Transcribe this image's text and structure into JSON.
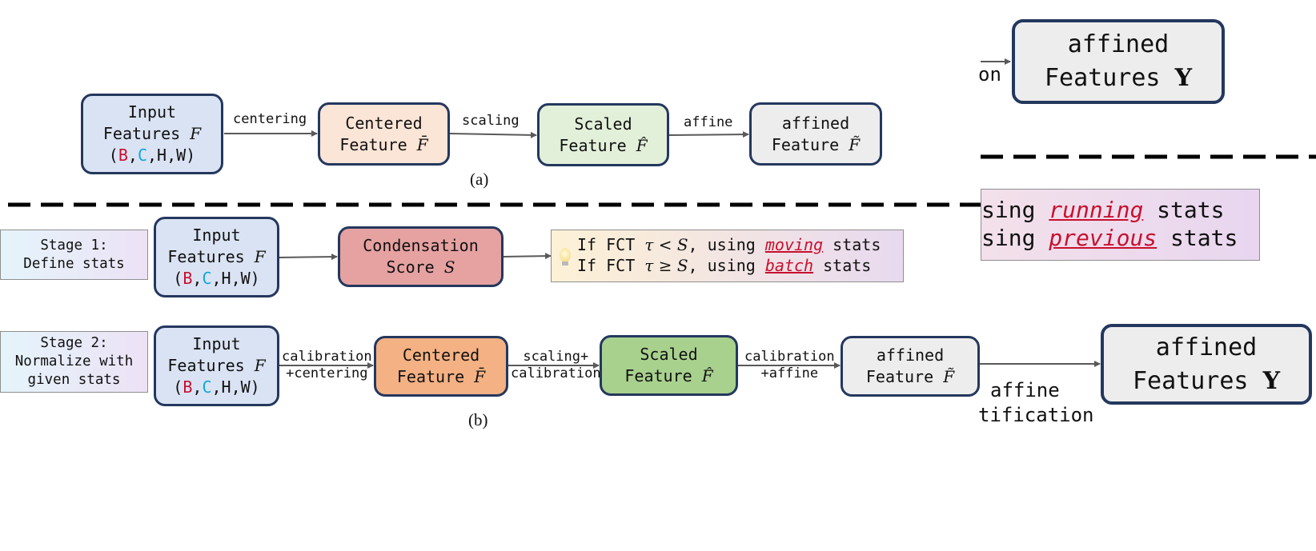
{
  "top_right": {
    "arrow_label_fragment": "on",
    "output_box": {
      "line1": "affined",
      "line2_text": "Features ",
      "line2_symbol": "Y"
    }
  },
  "panel_a": {
    "caption": "(a)",
    "input": {
      "line1": "Input",
      "line2_text": "Features ",
      "line2_symbol": "F",
      "dims": [
        "B",
        ",",
        "C",
        ",H,W"
      ]
    },
    "label_centering": "centering",
    "centered": {
      "line1": "Centered",
      "line2_text": "Feature ",
      "line2_symbol": "F̄"
    },
    "label_scaling": "scaling",
    "scaled": {
      "line1": "Scaled",
      "line2_text": "Feature ",
      "line2_symbol": "F̂"
    },
    "label_affine": "affine",
    "affined": {
      "line1": "affined",
      "line2_text": "Feature ",
      "line2_symbol": "F̃"
    }
  },
  "right_note": {
    "line1_prefix": "sing ",
    "line1_keyword": "running",
    "line1_suffix": " stats",
    "line2_prefix": "sing ",
    "line2_keyword": "previous",
    "line2_suffix": " stats"
  },
  "stage1": {
    "label_line1": "Stage 1:",
    "label_line2": "Define stats",
    "input": {
      "line1": "Input",
      "line2_text": "Features ",
      "line2_symbol": "F",
      "dims": [
        "B",
        ",",
        "C",
        ",H,W"
      ]
    },
    "score": {
      "line1": "Condensation",
      "line2_text": "Score ",
      "line2_symbol": "S"
    },
    "rule1": {
      "prefix": "If FCT ",
      "cond": "τ < S",
      "mid": ", using ",
      "keyword": "moving",
      "suffix": " stats"
    },
    "rule2": {
      "prefix": "If FCT ",
      "cond": "τ ≥ S",
      "mid": ", using ",
      "keyword": "batch",
      "suffix": " stats"
    }
  },
  "stage2": {
    "label_line1": "Stage 2:",
    "label_line2": "Normalize with",
    "label_line3": "given stats",
    "input": {
      "line1": "Input",
      "line2_text": "Features ",
      "line2_symbol": "F",
      "dims": [
        "B",
        ",",
        "C",
        ",H,W"
      ]
    },
    "label_calib_center": {
      "line1": "calibration",
      "line2": "+centering"
    },
    "centered": {
      "line1": "Centered",
      "line2_text": "Feature ",
      "line2_symbol": "F̄"
    },
    "label_scaling_calib": {
      "line1": "scaling+",
      "line2": "calibration"
    },
    "scaled": {
      "line1": "Scaled",
      "line2_text": "Feature ",
      "line2_symbol": "F̂"
    },
    "label_calib_affine": {
      "line1": "calibration",
      "line2": "+affine"
    },
    "affined": {
      "line1": "affined",
      "line2_text": "Feature ",
      "line2_symbol": "F̃"
    },
    "label_affine_rect": {
      "line1": "affine",
      "line2": "tification"
    },
    "output_box": {
      "line1": "affined",
      "line2_text": "Features ",
      "line2_symbol": "Y"
    },
    "caption": "(b)"
  },
  "colors": {
    "border": "#24385e",
    "input_fill": "#dae3f3",
    "centered_fill_a": "#fbe5d6",
    "scaled_fill_a": "#e2f0d9",
    "affined_fill": "#ededed",
    "score_fill": "#e6a1a1",
    "centered_fill_b": "#f4b183",
    "scaled_fill_b": "#a9d18e",
    "keyword": "#c8102e",
    "channel": "#12a6dc"
  }
}
